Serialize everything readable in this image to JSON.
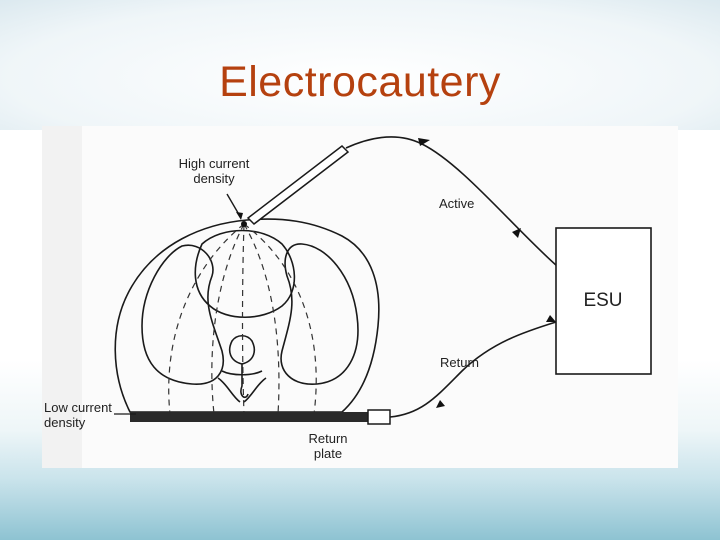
{
  "slide": {
    "title": "Electrocautery"
  },
  "diagram": {
    "labels": {
      "high_current_line1": "High current",
      "high_current_line2": "density",
      "active": "Active",
      "esu": "ESU",
      "return": "Return",
      "low_current_line1": "Low current",
      "low_current_line2": "density",
      "return_plate_line1": "Return",
      "return_plate_line2": "plate"
    }
  },
  "colors": {
    "title": "#b5410f",
    "background_bottom": "#8ec3d2",
    "line": "#1a1a1a"
  }
}
